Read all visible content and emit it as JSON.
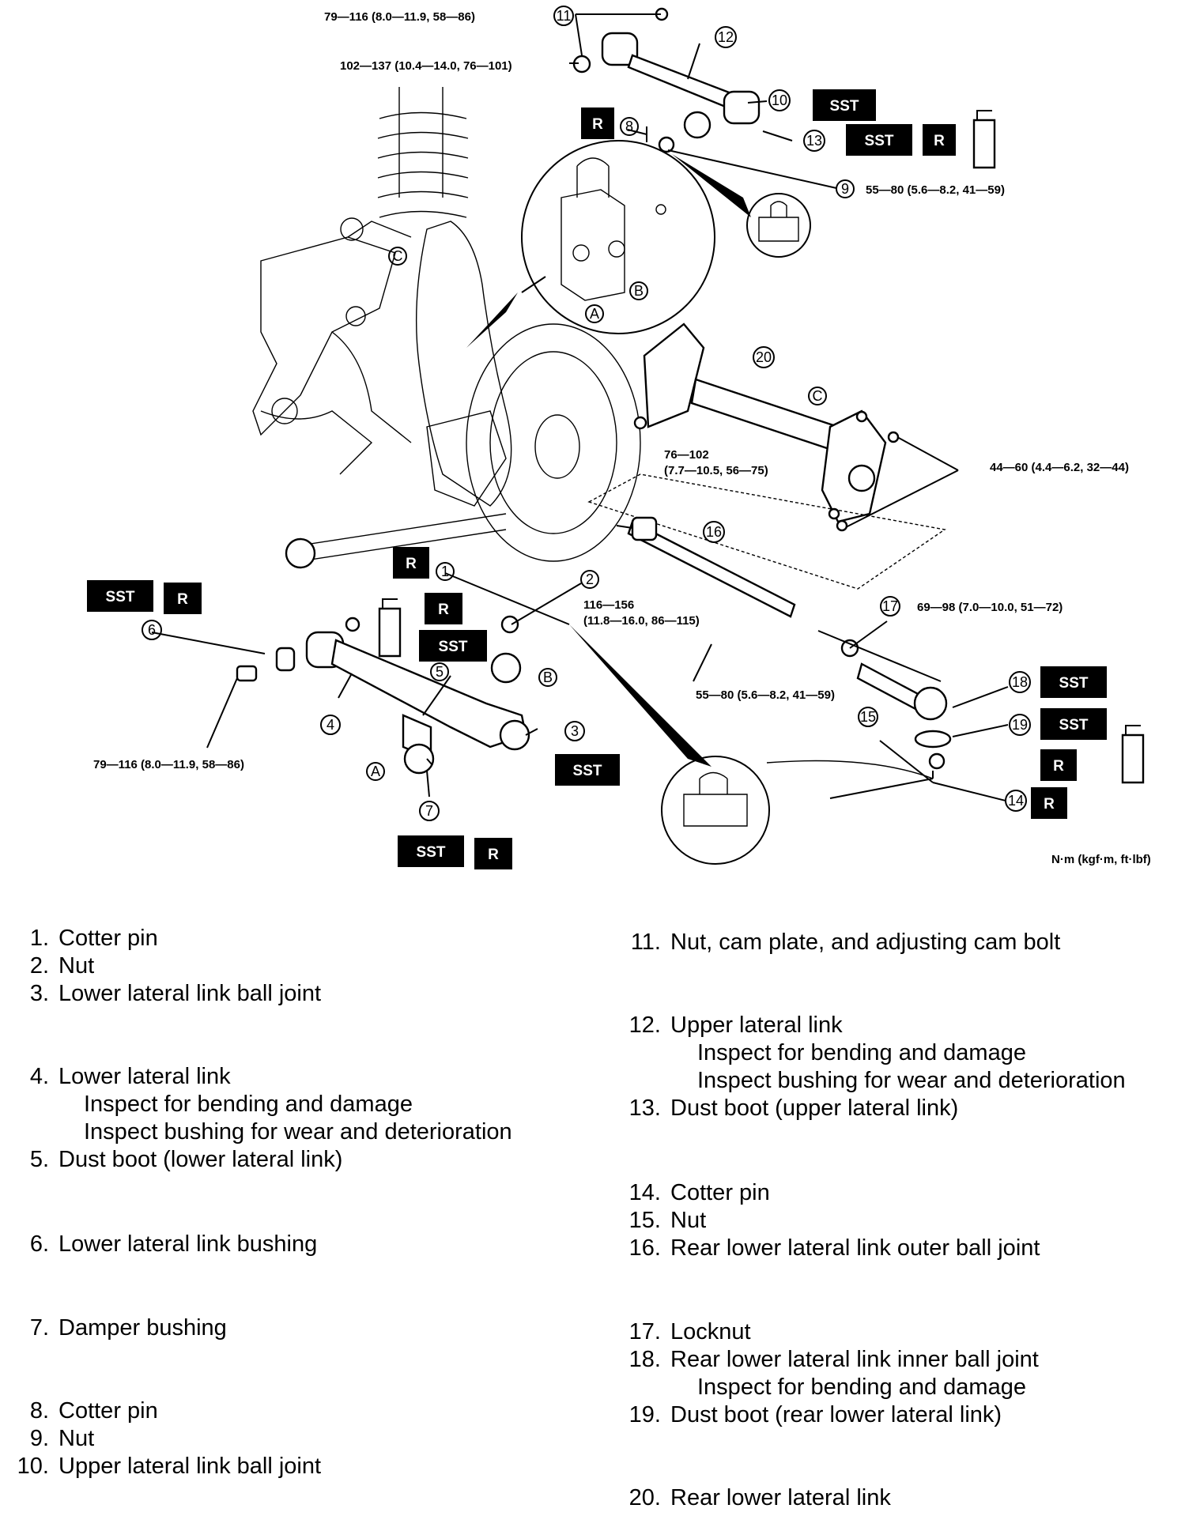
{
  "torques": {
    "t11": "79—116 (8.0—11.9, 58—86)",
    "t_upper_bolt": "102—137 (10.4—14.0, 76—101)",
    "t9": "55—80 (5.6—8.2, 41—59)",
    "t16": "76—102",
    "t16b": "(7.7—10.5, 56—75)",
    "t20": "44—60 (4.4—6.2, 32—44)",
    "t2a": "116—156",
    "t2b": "(11.8—16.0, 86—115)",
    "t17": "69—98 (7.0—10.0, 51—72)",
    "t15": "55—80 (5.6—8.2, 41—59)",
    "t6": "79—116 (8.0—11.9, 58—86)"
  },
  "units": "N·m (kgf·m, ft·lbf)",
  "tags": {
    "sst": "SST",
    "r": "R"
  },
  "callouts": {
    "c1": "1",
    "c2": "2",
    "c3": "3",
    "c4": "4",
    "c5": "5",
    "c6": "6",
    "c7": "7",
    "c8": "8",
    "c9": "9",
    "c10": "10",
    "c11": "11",
    "c12": "12",
    "c13": "13",
    "c14": "14",
    "c15": "15",
    "c16": "16",
    "c17": "17",
    "c18": "18",
    "c19": "19",
    "c20": "20",
    "A": "A",
    "B": "B",
    "C": "C"
  },
  "legend": {
    "left": [
      {
        "num": "1.",
        "text": "Cotter pin"
      },
      {
        "num": "2.",
        "text": "Nut"
      },
      {
        "num": "3.",
        "text": "Lower lateral link ball joint"
      },
      {
        "num": "4.",
        "text": "Lower lateral link",
        "sub": [
          "Inspect for bending and damage",
          "Inspect bushing for wear and deterioration"
        ]
      },
      {
        "num": "5.",
        "text": "Dust boot (lower lateral link)"
      },
      {
        "num": "6.",
        "text": "Lower lateral link bushing"
      },
      {
        "num": "7.",
        "text": "Damper bushing"
      },
      {
        "num": "8.",
        "text": "Cotter pin"
      },
      {
        "num": "9.",
        "text": "Nut"
      },
      {
        "num": "10.",
        "text": "Upper lateral link ball joint"
      }
    ],
    "right": [
      {
        "num": "11.",
        "text": "Nut, cam plate, and adjusting cam bolt"
      },
      {
        "num": "12.",
        "text": "Upper lateral link",
        "sub": [
          "Inspect for bending and damage",
          "Inspect bushing for wear and deterioration"
        ]
      },
      {
        "num": "13.",
        "text": "Dust boot (upper lateral link)"
      },
      {
        "num": "14.",
        "text": "Cotter pin"
      },
      {
        "num": "15.",
        "text": "Nut"
      },
      {
        "num": "16.",
        "text": "Rear lower lateral link outer ball joint"
      },
      {
        "num": "17.",
        "text": "Locknut"
      },
      {
        "num": "18.",
        "text": "Rear lower lateral link inner ball joint",
        "sub": [
          "Inspect for bending and damage"
        ]
      },
      {
        "num": "19.",
        "text": "Dust boot (rear lower lateral link)"
      },
      {
        "num": "20.",
        "text": "Rear lower lateral link"
      }
    ]
  }
}
